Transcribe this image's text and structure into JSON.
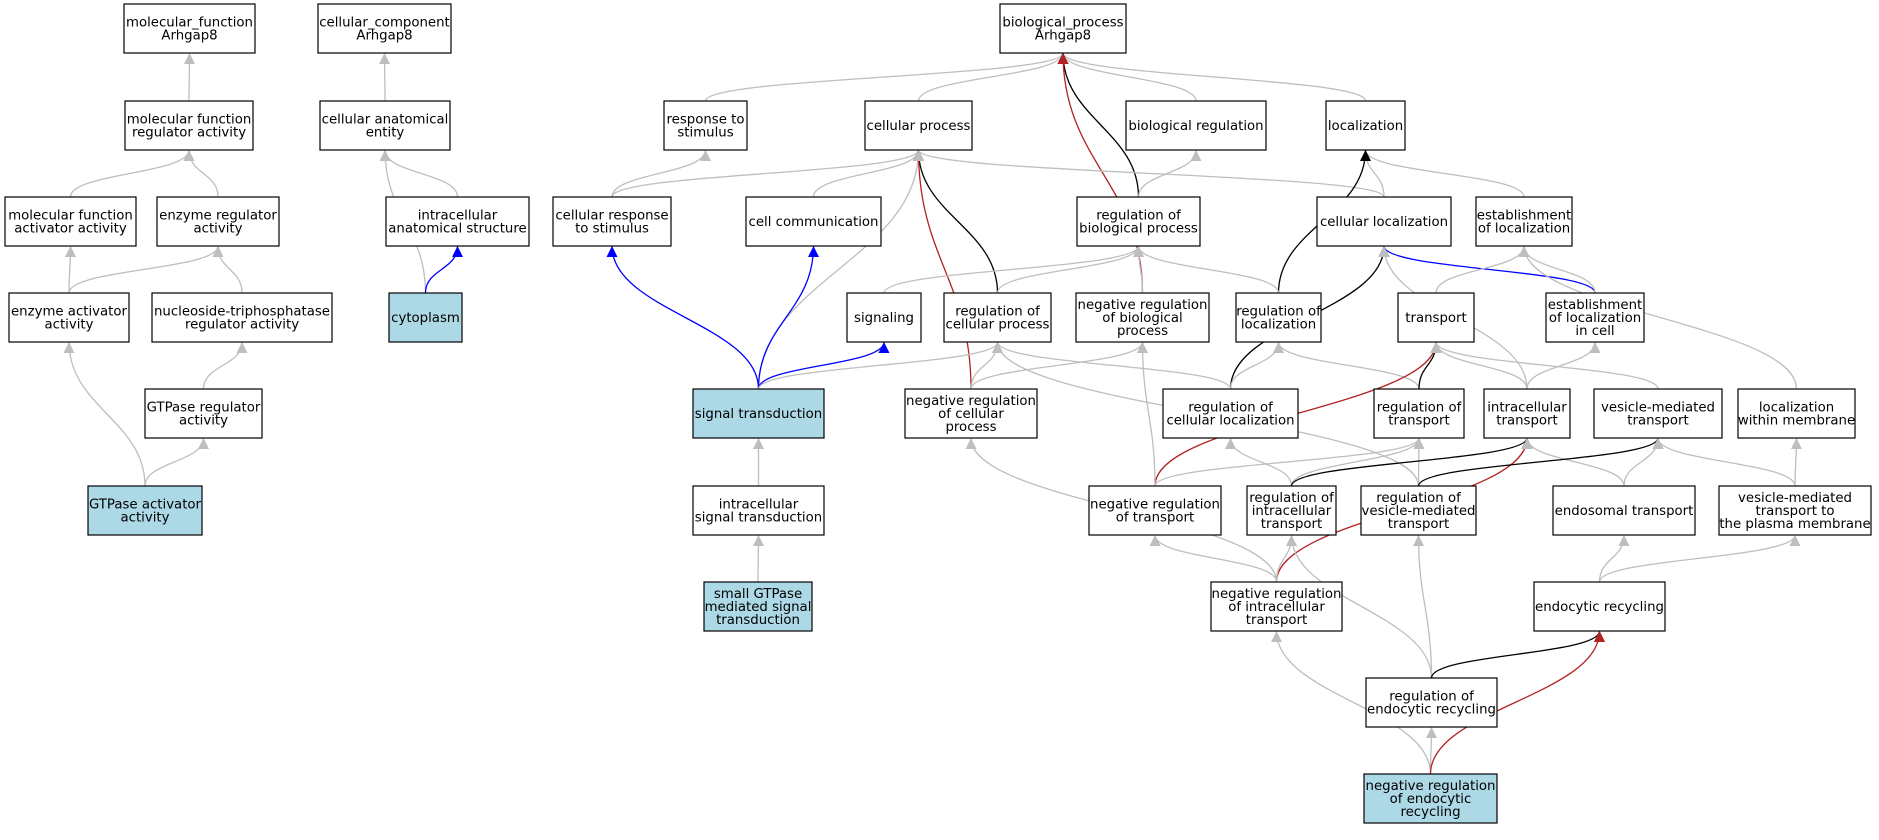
{
  "colors": {
    "highlight_fill": "#add8e6",
    "node_fill": "#ffffff",
    "node_border": "#000000",
    "is_a_edge": "#bebebe",
    "part_of_edge": "#0000ff",
    "regulates_edge": "#000000",
    "negatively_regulates_edge": "#b22222"
  },
  "nodes": [
    {
      "id": "mf_root",
      "lines": [
        "molecular_function",
        "Arhgap8"
      ],
      "highlighted": false
    },
    {
      "id": "cc_root",
      "lines": [
        "cellular_component",
        "Arhgap8"
      ],
      "highlighted": false
    },
    {
      "id": "bp_root",
      "lines": [
        "biological_process",
        "Arhgap8"
      ],
      "highlighted": false
    },
    {
      "id": "mf_reg",
      "lines": [
        "molecular function",
        "regulator activity"
      ],
      "highlighted": false
    },
    {
      "id": "cae",
      "lines": [
        "cellular anatomical",
        "entity"
      ],
      "highlighted": false
    },
    {
      "id": "resp_stim",
      "lines": [
        "response to",
        "stimulus"
      ],
      "highlighted": false
    },
    {
      "id": "cell_proc",
      "lines": [
        "cellular process"
      ],
      "highlighted": false
    },
    {
      "id": "bio_reg",
      "lines": [
        "biological regulation"
      ],
      "highlighted": false
    },
    {
      "id": "localization",
      "lines": [
        "localization"
      ],
      "highlighted": false
    },
    {
      "id": "mf_act",
      "lines": [
        "molecular function",
        "activator activity"
      ],
      "highlighted": false
    },
    {
      "id": "enz_reg",
      "lines": [
        "enzyme regulator",
        "activity"
      ],
      "highlighted": false
    },
    {
      "id": "intra_struct",
      "lines": [
        "intracellular",
        "anatomical structure"
      ],
      "highlighted": false
    },
    {
      "id": "cell_resp",
      "lines": [
        "cellular response",
        "to stimulus"
      ],
      "highlighted": false
    },
    {
      "id": "cell_comm",
      "lines": [
        "cell communication"
      ],
      "highlighted": false
    },
    {
      "id": "reg_bio",
      "lines": [
        "regulation of",
        "biological process"
      ],
      "highlighted": false
    },
    {
      "id": "cell_loc",
      "lines": [
        "cellular localization"
      ],
      "highlighted": false
    },
    {
      "id": "est_loc",
      "lines": [
        "establishment",
        "of localization"
      ],
      "highlighted": false
    },
    {
      "id": "enz_act",
      "lines": [
        "enzyme activator",
        "activity"
      ],
      "highlighted": false
    },
    {
      "id": "ntp_reg",
      "lines": [
        "nucleoside-triphosphatase",
        "regulator activity"
      ],
      "highlighted": false
    },
    {
      "id": "cytoplasm",
      "lines": [
        "cytoplasm"
      ],
      "highlighted": true
    },
    {
      "id": "signaling",
      "lines": [
        "signaling"
      ],
      "highlighted": false
    },
    {
      "id": "reg_cell",
      "lines": [
        "regulation of",
        "cellular process"
      ],
      "highlighted": false
    },
    {
      "id": "neg_reg_bio",
      "lines": [
        "negative regulation",
        "of biological",
        "process"
      ],
      "highlighted": false
    },
    {
      "id": "reg_loc",
      "lines": [
        "regulation of",
        "localization"
      ],
      "highlighted": false
    },
    {
      "id": "transport",
      "lines": [
        "transport"
      ],
      "highlighted": false
    },
    {
      "id": "est_loc_cell",
      "lines": [
        "establishment",
        "of localization",
        "in cell"
      ],
      "highlighted": false
    },
    {
      "id": "gtpase_reg",
      "lines": [
        "GTPase regulator",
        "activity"
      ],
      "highlighted": false
    },
    {
      "id": "sig_trans",
      "lines": [
        "signal transduction"
      ],
      "highlighted": true
    },
    {
      "id": "neg_reg_cell",
      "lines": [
        "negative regulation",
        "of cellular",
        "process"
      ],
      "highlighted": false
    },
    {
      "id": "reg_cell_loc",
      "lines": [
        "regulation of",
        "cellular localization"
      ],
      "highlighted": false
    },
    {
      "id": "reg_trans",
      "lines": [
        "regulation of",
        "transport"
      ],
      "highlighted": false
    },
    {
      "id": "intra_trans",
      "lines": [
        "intracellular",
        "transport"
      ],
      "highlighted": false
    },
    {
      "id": "ves_trans",
      "lines": [
        "vesicle-mediated",
        "transport"
      ],
      "highlighted": false
    },
    {
      "id": "loc_mem",
      "lines": [
        "localization",
        "within membrane"
      ],
      "highlighted": false
    },
    {
      "id": "gtpase_act",
      "lines": [
        "GTPase activator",
        "activity"
      ],
      "highlighted": true
    },
    {
      "id": "intra_sig",
      "lines": [
        "intracellular",
        "signal transduction"
      ],
      "highlighted": false
    },
    {
      "id": "neg_reg_trans",
      "lines": [
        "negative regulation",
        "of transport"
      ],
      "highlighted": false
    },
    {
      "id": "reg_intra_trans",
      "lines": [
        "regulation of",
        "intracellular",
        "transport"
      ],
      "highlighted": false
    },
    {
      "id": "reg_ves",
      "lines": [
        "regulation of",
        "vesicle-mediated",
        "transport"
      ],
      "highlighted": false
    },
    {
      "id": "endo_trans",
      "lines": [
        "endosomal transport"
      ],
      "highlighted": false
    },
    {
      "id": "ves_pm",
      "lines": [
        "vesicle-mediated",
        "transport to",
        "the plasma membrane"
      ],
      "highlighted": false
    },
    {
      "id": "small_gtpase",
      "lines": [
        "small GTPase",
        "mediated signal",
        "transduction"
      ],
      "highlighted": true
    },
    {
      "id": "neg_reg_intra",
      "lines": [
        "negative regulation",
        "of intracellular",
        "transport"
      ],
      "highlighted": false
    },
    {
      "id": "endo_recyc",
      "lines": [
        "endocytic recycling"
      ],
      "highlighted": false
    },
    {
      "id": "reg_endo",
      "lines": [
        "regulation of",
        "endocytic recycling"
      ],
      "highlighted": false
    },
    {
      "id": "neg_reg_endo",
      "lines": [
        "negative regulation",
        "of endocytic",
        "recycling"
      ],
      "highlighted": true
    }
  ],
  "edges": [
    {
      "from": "mf_reg",
      "to": "mf_root",
      "type": "is_a"
    },
    {
      "from": "mf_act",
      "to": "mf_reg",
      "type": "is_a"
    },
    {
      "from": "enz_reg",
      "to": "mf_reg",
      "type": "is_a"
    },
    {
      "from": "enz_act",
      "to": "mf_act",
      "type": "is_a"
    },
    {
      "from": "enz_act",
      "to": "enz_reg",
      "type": "is_a"
    },
    {
      "from": "ntp_reg",
      "to": "enz_reg",
      "type": "is_a"
    },
    {
      "from": "gtpase_reg",
      "to": "ntp_reg",
      "type": "is_a"
    },
    {
      "from": "gtpase_act",
      "to": "enz_act",
      "type": "is_a"
    },
    {
      "from": "gtpase_act",
      "to": "gtpase_reg",
      "type": "is_a"
    },
    {
      "from": "cae",
      "to": "cc_root",
      "type": "is_a"
    },
    {
      "from": "intra_struct",
      "to": "cae",
      "type": "is_a"
    },
    {
      "from": "cytoplasm",
      "to": "cae",
      "type": "is_a"
    },
    {
      "from": "cytoplasm",
      "to": "intra_struct",
      "type": "part_of"
    },
    {
      "from": "resp_stim",
      "to": "bp_root",
      "type": "is_a"
    },
    {
      "from": "cell_proc",
      "to": "bp_root",
      "type": "is_a"
    },
    {
      "from": "bio_reg",
      "to": "bp_root",
      "type": "is_a"
    },
    {
      "from": "localization",
      "to": "bp_root",
      "type": "is_a"
    },
    {
      "from": "reg_bio",
      "to": "bp_root",
      "type": "regulates"
    },
    {
      "from": "neg_reg_bio",
      "to": "bp_root",
      "type": "negatively_regulates"
    },
    {
      "from": "cell_resp",
      "to": "resp_stim",
      "type": "is_a"
    },
    {
      "from": "cell_resp",
      "to": "cell_proc",
      "type": "is_a"
    },
    {
      "from": "cell_comm",
      "to": "cell_proc",
      "type": "is_a"
    },
    {
      "from": "sig_trans",
      "to": "cell_proc",
      "type": "is_a"
    },
    {
      "from": "reg_cell",
      "to": "cell_proc",
      "type": "regulates"
    },
    {
      "from": "neg_reg_cell",
      "to": "cell_proc",
      "type": "negatively_regulates"
    },
    {
      "from": "cell_loc",
      "to": "cell_proc",
      "type": "is_a"
    },
    {
      "from": "reg_bio",
      "to": "bio_reg",
      "type": "is_a"
    },
    {
      "from": "cell_loc",
      "to": "localization",
      "type": "is_a"
    },
    {
      "from": "est_loc",
      "to": "localization",
      "type": "is_a"
    },
    {
      "from": "reg_loc",
      "to": "localization",
      "type": "regulates"
    },
    {
      "from": "signaling",
      "to": "reg_bio",
      "type": "is_a"
    },
    {
      "from": "reg_cell",
      "to": "reg_bio",
      "type": "is_a"
    },
    {
      "from": "neg_reg_bio",
      "to": "reg_bio",
      "type": "is_a"
    },
    {
      "from": "reg_loc",
      "to": "reg_bio",
      "type": "is_a"
    },
    {
      "from": "reg_cell_loc",
      "to": "cell_loc",
      "type": "regulates"
    },
    {
      "from": "est_loc_cell",
      "to": "cell_loc",
      "type": "part_of"
    },
    {
      "from": "intra_trans",
      "to": "cell_loc",
      "type": "is_a"
    },
    {
      "from": "transport",
      "to": "est_loc",
      "type": "is_a"
    },
    {
      "from": "est_loc_cell",
      "to": "est_loc",
      "type": "is_a"
    },
    {
      "from": "loc_mem",
      "to": "est_loc",
      "type": "is_a"
    },
    {
      "from": "sig_trans",
      "to": "cell_resp",
      "type": "part_of"
    },
    {
      "from": "sig_trans",
      "to": "cell_comm",
      "type": "part_of"
    },
    {
      "from": "sig_trans",
      "to": "signaling",
      "type": "part_of"
    },
    {
      "from": "sig_trans",
      "to": "reg_cell",
      "type": "is_a"
    },
    {
      "from": "neg_reg_cell",
      "to": "reg_cell",
      "type": "is_a"
    },
    {
      "from": "neg_reg_cell",
      "to": "neg_reg_bio",
      "type": "is_a"
    },
    {
      "from": "reg_cell_loc",
      "to": "reg_cell",
      "type": "is_a"
    },
    {
      "from": "reg_ves",
      "to": "reg_cell",
      "type": "is_a"
    },
    {
      "from": "reg_cell_loc",
      "to": "reg_loc",
      "type": "is_a"
    },
    {
      "from": "reg_trans",
      "to": "reg_loc",
      "type": "is_a"
    },
    {
      "from": "reg_trans",
      "to": "transport",
      "type": "regulates"
    },
    {
      "from": "neg_reg_trans",
      "to": "transport",
      "type": "negatively_regulates"
    },
    {
      "from": "intra_trans",
      "to": "transport",
      "type": "is_a"
    },
    {
      "from": "ves_trans",
      "to": "transport",
      "type": "is_a"
    },
    {
      "from": "intra_trans",
      "to": "est_loc_cell",
      "type": "is_a"
    },
    {
      "from": "neg_reg_trans",
      "to": "neg_reg_bio",
      "type": "is_a"
    },
    {
      "from": "neg_reg_trans",
      "to": "reg_trans",
      "type": "is_a"
    },
    {
      "from": "reg_intra_trans",
      "to": "reg_trans",
      "type": "is_a"
    },
    {
      "from": "reg_ves",
      "to": "reg_trans",
      "type": "is_a"
    },
    {
      "from": "reg_intra_trans",
      "to": "reg_cell_loc",
      "type": "is_a"
    },
    {
      "from": "reg_intra_trans",
      "to": "intra_trans",
      "type": "regulates"
    },
    {
      "from": "neg_reg_intra",
      "to": "intra_trans",
      "type": "negatively_regulates"
    },
    {
      "from": "endo_trans",
      "to": "intra_trans",
      "type": "is_a"
    },
    {
      "from": "reg_ves",
      "to": "ves_trans",
      "type": "regulates"
    },
    {
      "from": "endo_trans",
      "to": "ves_trans",
      "type": "is_a"
    },
    {
      "from": "ves_pm",
      "to": "ves_trans",
      "type": "is_a"
    },
    {
      "from": "ves_pm",
      "to": "loc_mem",
      "type": "is_a"
    },
    {
      "from": "intra_sig",
      "to": "sig_trans",
      "type": "is_a"
    },
    {
      "from": "small_gtpase",
      "to": "intra_sig",
      "type": "is_a"
    },
    {
      "from": "neg_reg_intra",
      "to": "neg_reg_trans",
      "type": "is_a"
    },
    {
      "from": "neg_reg_intra",
      "to": "reg_intra_trans",
      "type": "is_a"
    },
    {
      "from": "neg_reg_intra",
      "to": "neg_reg_cell",
      "type": "is_a"
    },
    {
      "from": "endo_recyc",
      "to": "endo_trans",
      "type": "is_a"
    },
    {
      "from": "endo_recyc",
      "to": "ves_pm",
      "type": "is_a"
    },
    {
      "from": "reg_endo",
      "to": "reg_intra_trans",
      "type": "is_a"
    },
    {
      "from": "reg_endo",
      "to": "reg_ves",
      "type": "is_a"
    },
    {
      "from": "reg_endo",
      "to": "endo_recyc",
      "type": "regulates"
    },
    {
      "from": "neg_reg_endo",
      "to": "reg_endo",
      "type": "is_a"
    },
    {
      "from": "neg_reg_endo",
      "to": "neg_reg_intra",
      "type": "is_a"
    },
    {
      "from": "neg_reg_endo",
      "to": "endo_recyc",
      "type": "negatively_regulates"
    }
  ]
}
